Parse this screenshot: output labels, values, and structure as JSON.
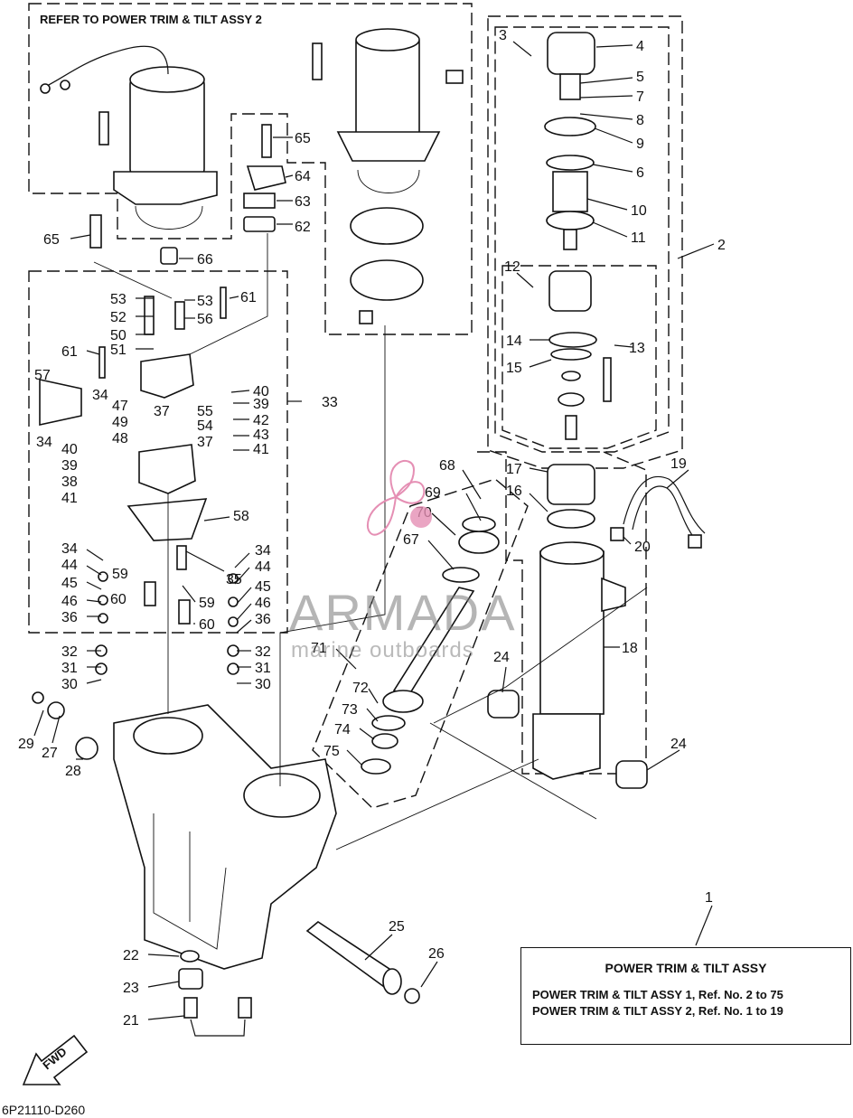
{
  "header": {
    "refer_note": "REFER TO POWER TRIM & TILT ASSY 2"
  },
  "legend": {
    "title": "POWER TRIM & TILT ASSY",
    "line1": "POWER TRIM & TILT ASSY 1,  Ref. No. 2 to 75",
    "line2": "POWER TRIM & TILT ASSY 2,  Ref. No. 1 to 19"
  },
  "diagram_code": "6P21110-D260",
  "fwd_label": "FWD",
  "watermark": {
    "title": "ARMADA",
    "subtitle": "marine outboards",
    "color": "#e58fb4"
  },
  "callouts": [
    {
      "id": "c1",
      "text": "1"
    },
    {
      "id": "c2",
      "text": "2"
    },
    {
      "id": "c3",
      "text": "3"
    },
    {
      "id": "c4",
      "text": "4"
    },
    {
      "id": "c5",
      "text": "5"
    },
    {
      "id": "c7",
      "text": "7"
    },
    {
      "id": "c8",
      "text": "8"
    },
    {
      "id": "c9",
      "text": "9"
    },
    {
      "id": "c6",
      "text": "6"
    },
    {
      "id": "c10",
      "text": "10"
    },
    {
      "id": "c11",
      "text": "11"
    },
    {
      "id": "c12",
      "text": "12"
    },
    {
      "id": "c13",
      "text": "13"
    },
    {
      "id": "c14",
      "text": "14"
    },
    {
      "id": "c15",
      "text": "15"
    },
    {
      "id": "c17",
      "text": "17"
    },
    {
      "id": "c16",
      "text": "16"
    },
    {
      "id": "c19",
      "text": "19"
    },
    {
      "id": "c20",
      "text": "20"
    },
    {
      "id": "c18",
      "text": "18"
    },
    {
      "id": "c24a",
      "text": "24"
    },
    {
      "id": "c24b",
      "text": "24"
    },
    {
      "id": "c65a",
      "text": "65"
    },
    {
      "id": "c64",
      "text": "64"
    },
    {
      "id": "c63",
      "text": "63"
    },
    {
      "id": "c62",
      "text": "62"
    },
    {
      "id": "c65b",
      "text": "65"
    },
    {
      "id": "c66",
      "text": "66"
    },
    {
      "id": "c53a",
      "text": "53"
    },
    {
      "id": "c53b",
      "text": "53"
    },
    {
      "id": "c61a",
      "text": "61"
    },
    {
      "id": "c52",
      "text": "52"
    },
    {
      "id": "c56",
      "text": "56"
    },
    {
      "id": "c50",
      "text": "50"
    },
    {
      "id": "c51",
      "text": "51"
    },
    {
      "id": "c61b",
      "text": "61"
    },
    {
      "id": "c57",
      "text": "57"
    },
    {
      "id": "c34a",
      "text": "34"
    },
    {
      "id": "c40a",
      "text": "40"
    },
    {
      "id": "c39a",
      "text": "39"
    },
    {
      "id": "c33",
      "text": "33"
    },
    {
      "id": "c47",
      "text": "47"
    },
    {
      "id": "c37a",
      "text": "37"
    },
    {
      "id": "c55",
      "text": "55"
    },
    {
      "id": "c42",
      "text": "42"
    },
    {
      "id": "c49",
      "text": "49"
    },
    {
      "id": "c54",
      "text": "54"
    },
    {
      "id": "c43",
      "text": "43"
    },
    {
      "id": "c48",
      "text": "48"
    },
    {
      "id": "c37b",
      "text": "37"
    },
    {
      "id": "c41a",
      "text": "41"
    },
    {
      "id": "c34b",
      "text": "34"
    },
    {
      "id": "c40b",
      "text": "40"
    },
    {
      "id": "c39b",
      "text": "39"
    },
    {
      "id": "c38",
      "text": "38"
    },
    {
      "id": "c41b",
      "text": "41"
    },
    {
      "id": "c58",
      "text": "58"
    },
    {
      "id": "c34c",
      "text": "34"
    },
    {
      "id": "c34d",
      "text": "34"
    },
    {
      "id": "c44a",
      "text": "44"
    },
    {
      "id": "c44b",
      "text": "44"
    },
    {
      "id": "c59a",
      "text": "59"
    },
    {
      "id": "c35",
      "text": "35"
    },
    {
      "id": "c45a",
      "text": "45"
    },
    {
      "id": "c45b",
      "text": "45"
    },
    {
      "id": "c46a",
      "text": "46"
    },
    {
      "id": "c60a",
      "text": "60"
    },
    {
      "id": "c59b",
      "text": "59"
    },
    {
      "id": "c46b",
      "text": "46"
    },
    {
      "id": "c36a",
      "text": "36"
    },
    {
      "id": "c60b",
      "text": "60"
    },
    {
      "id": "c36b",
      "text": "36"
    },
    {
      "id": "c32a",
      "text": "32"
    },
    {
      "id": "c32b",
      "text": "32"
    },
    {
      "id": "c31a",
      "text": "31"
    },
    {
      "id": "c31b",
      "text": "31"
    },
    {
      "id": "c30a",
      "text": "30"
    },
    {
      "id": "c30b",
      "text": "30"
    },
    {
      "id": "c68",
      "text": "68"
    },
    {
      "id": "c69",
      "text": "69"
    },
    {
      "id": "c70",
      "text": "70"
    },
    {
      "id": "c67",
      "text": "67"
    },
    {
      "id": "c71",
      "text": "71"
    },
    {
      "id": "c72",
      "text": "72"
    },
    {
      "id": "c73",
      "text": "73"
    },
    {
      "id": "c74",
      "text": "74"
    },
    {
      "id": "c75",
      "text": "75"
    },
    {
      "id": "c29",
      "text": "29"
    },
    {
      "id": "c27",
      "text": "27"
    },
    {
      "id": "c28",
      "text": "28"
    },
    {
      "id": "c25",
      "text": "25"
    },
    {
      "id": "c26",
      "text": "26"
    },
    {
      "id": "c22",
      "text": "22"
    },
    {
      "id": "c23",
      "text": "23"
    },
    {
      "id": "c21",
      "text": "21"
    }
  ]
}
